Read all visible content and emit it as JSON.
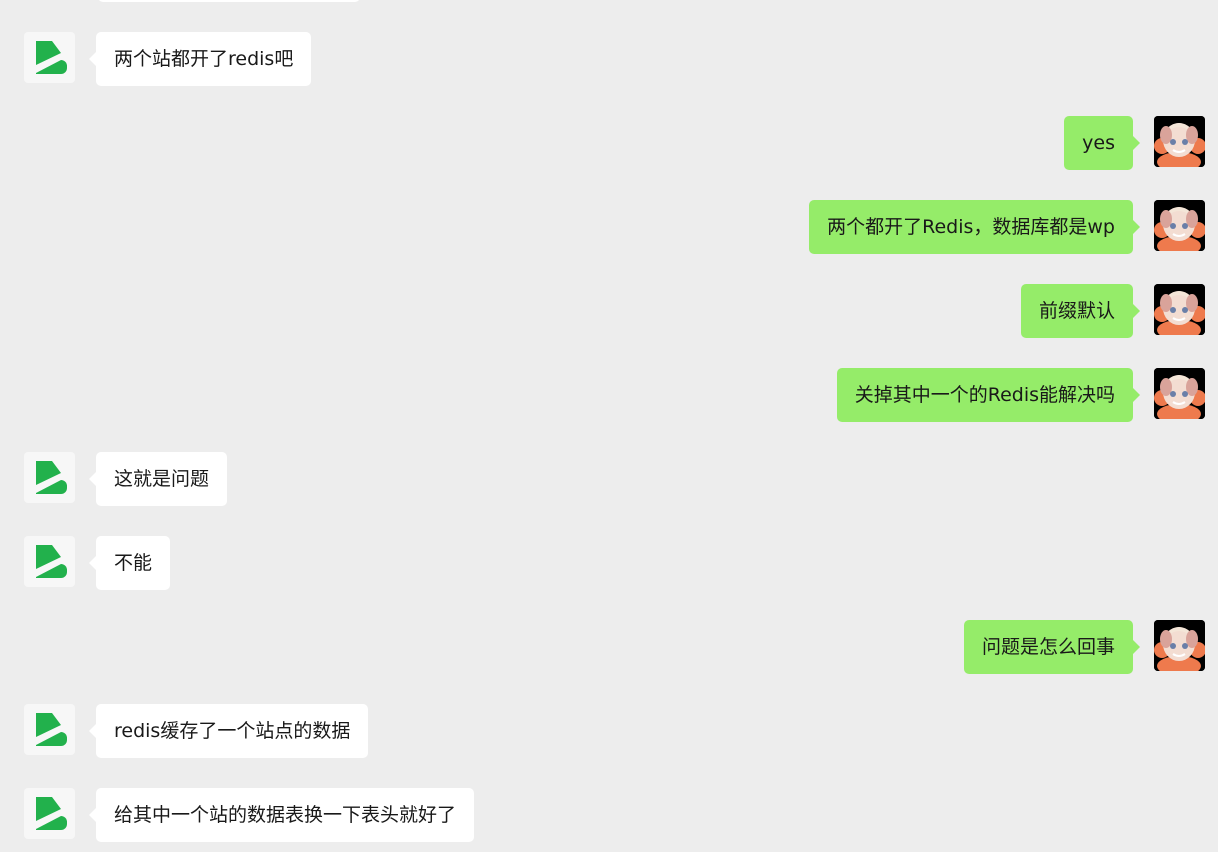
{
  "messages": [
    {
      "side": "left",
      "text": "两个站都开了redis吧"
    },
    {
      "side": "right",
      "text": "yes"
    },
    {
      "side": "right",
      "text": "两个都开了Redis，数据库都是wp"
    },
    {
      "side": "right",
      "text": "前缀默认"
    },
    {
      "side": "right",
      "text": "关掉其中一个的Redis能解决吗"
    },
    {
      "side": "left",
      "text": "这就是问题"
    },
    {
      "side": "left",
      "text": "不能"
    },
    {
      "side": "right",
      "text": "问题是怎么回事"
    },
    {
      "side": "left",
      "text": "redis缓存了一个站点的数据"
    },
    {
      "side": "left",
      "text": "给其中一个站的数据表换一下表头就好了"
    }
  ],
  "colors": {
    "background": "#ededed",
    "self_bubble": "#95ec69",
    "other_bubble": "#ffffff",
    "logo_green": "#22b14c"
  }
}
